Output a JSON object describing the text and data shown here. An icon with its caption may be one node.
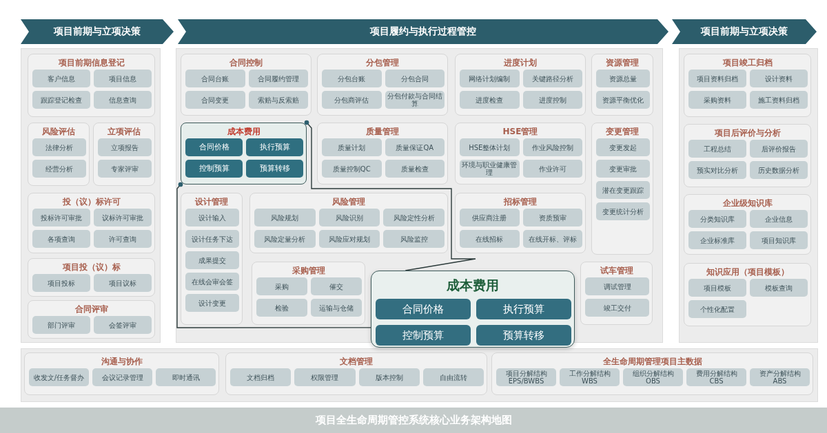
{
  "diagram": {
    "title": "项目全生命周期管控系统核心业务架构地图",
    "nodes": [
      {
        "text": [
          "项目前期与立项决策"
        ]
      },
      {
        "text": [
          "项目履约与执行过程管控"
        ]
      },
      {
        "text": [
          "项目前期与立项决策"
        ]
      },
      {
        "text": [
          "项目前期信息登记"
        ]
      },
      {
        "text": [
          "客户信息"
        ],
        "in": 3
      },
      {
        "text": [
          "项目信息"
        ],
        "in": 3
      },
      {
        "text": [
          "跟踪登记检查"
        ],
        "in": 3
      },
      {
        "text": [
          "信息查询"
        ],
        "in": 3
      },
      {
        "text": [
          "风险评估"
        ]
      },
      {
        "text": [
          "法律分析"
        ],
        "in": 8
      },
      {
        "text": [
          "经营分析"
        ],
        "in": 8
      },
      {
        "text": [
          "立项评估"
        ]
      },
      {
        "text": [
          "立项报告"
        ],
        "in": 11
      },
      {
        "text": [
          "专家评审"
        ],
        "in": 11
      },
      {
        "text": [
          "投（议）标许可"
        ]
      },
      {
        "text": [
          "投标许可审批"
        ],
        "in": 14
      },
      {
        "text": [
          "议标许可审批"
        ],
        "in": 14
      },
      {
        "text": [
          "各项查询"
        ],
        "in": 14
      },
      {
        "text": [
          "许可查询"
        ],
        "in": 14
      },
      {
        "text": [
          "项目投（议）标"
        ]
      },
      {
        "text": [
          "项目投标"
        ],
        "in": 19
      },
      {
        "text": [
          "项目议标"
        ],
        "in": 19
      },
      {
        "text": [
          "合同评审"
        ]
      },
      {
        "text": [
          "部门评审"
        ],
        "in": 22
      },
      {
        "text": [
          "会签评审"
        ],
        "in": 22
      },
      {
        "text": [
          "合同控制"
        ]
      },
      {
        "text": [
          "合同台账"
        ],
        "in": 25
      },
      {
        "text": [
          "合同履约管理"
        ],
        "in": 25
      },
      {
        "text": [
          "合同变更"
        ],
        "in": 25
      },
      {
        "text": [
          "索赔与反索赔"
        ],
        "in": 25
      },
      {
        "text": [
          "分包管理"
        ]
      },
      {
        "text": [
          "分包台账"
        ],
        "in": 30
      },
      {
        "text": [
          "分包合同"
        ],
        "in": 30
      },
      {
        "text": [
          "分包商评估"
        ],
        "in": 30
      },
      {
        "text": [
          "分包付款与合同结算"
        ],
        "in": 30
      },
      {
        "text": [
          "成本费用"
        ]
      },
      {
        "text": [
          "合同价格"
        ],
        "in": 35
      },
      {
        "text": [
          "执行预算"
        ],
        "in": 35
      },
      {
        "text": [
          "控制预算"
        ],
        "in": 35
      },
      {
        "text": [
          "预算转移"
        ],
        "in": 35
      },
      {
        "text": [
          "质量管理"
        ]
      },
      {
        "text": [
          "质量计划"
        ],
        "in": 40
      },
      {
        "text": [
          "质量保证QA"
        ],
        "in": 40
      },
      {
        "text": [
          "质量控制QC"
        ],
        "in": 40
      },
      {
        "text": [
          "质量检查"
        ],
        "in": 40
      },
      {
        "text": [
          "进度计划"
        ]
      },
      {
        "text": [
          "网络计划编制"
        ],
        "in": 45
      },
      {
        "text": [
          "关键路径分析"
        ],
        "in": 45
      },
      {
        "text": [
          "进度检查"
        ],
        "in": 45
      },
      {
        "text": [
          "进度控制"
        ],
        "in": 45
      },
      {
        "text": [
          "资源管理"
        ]
      },
      {
        "text": [
          "资源总量"
        ],
        "in": 50
      },
      {
        "text": [
          "资源平衡优化"
        ],
        "in": 50
      },
      {
        "text": [
          "HSE管理"
        ]
      },
      {
        "text": [
          "HSE整体计划"
        ],
        "in": 53
      },
      {
        "text": [
          "作业风险控制"
        ],
        "in": 53
      },
      {
        "text": [
          "环境与职业健康管理"
        ],
        "in": 53
      },
      {
        "text": [
          "作业许可"
        ],
        "in": 53
      },
      {
        "text": [
          "变更管理"
        ]
      },
      {
        "text": [
          "变更发起"
        ],
        "in": 58
      },
      {
        "text": [
          "变更审批"
        ],
        "in": 58
      },
      {
        "text": [
          "潜在变更跟踪"
        ],
        "in": 58
      },
      {
        "text": [
          "变更统计分析"
        ],
        "in": 58
      },
      {
        "text": [
          "设计管理"
        ]
      },
      {
        "text": [
          "设计输入"
        ],
        "in": 63
      },
      {
        "text": [
          "设计任务下达"
        ],
        "in": 63
      },
      {
        "text": [
          "成果提交"
        ],
        "in": 63
      },
      {
        "text": [
          "在线会审会签"
        ],
        "in": 63
      },
      {
        "text": [
          "设计变更"
        ],
        "in": 63
      },
      {
        "text": [
          "风险管理"
        ]
      },
      {
        "text": [
          "风险规划"
        ],
        "in": 69
      },
      {
        "text": [
          "风险识别"
        ],
        "in": 69
      },
      {
        "text": [
          "风险定性分析"
        ],
        "in": 69
      },
      {
        "text": [
          "风险定量分析"
        ],
        "in": 69
      },
      {
        "text": [
          "风险应对规划"
        ],
        "in": 69
      },
      {
        "text": [
          "风险监控"
        ],
        "in": 69
      },
      {
        "text": [
          "招标管理"
        ]
      },
      {
        "text": [
          "供应商注册"
        ],
        "in": 76
      },
      {
        "text": [
          "资质预审"
        ],
        "in": 76
      },
      {
        "text": [
          "在线招标"
        ],
        "in": 76
      },
      {
        "text": [
          "在线开标、评标"
        ],
        "in": 76
      },
      {
        "text": [
          "采购管理"
        ]
      },
      {
        "text": [
          "采购"
        ],
        "in": 81
      },
      {
        "text": [
          "催交"
        ],
        "in": 81
      },
      {
        "text": [
          "检验"
        ],
        "in": 81
      },
      {
        "text": [
          "运输与仓储"
        ],
        "in": 81
      },
      {
        "text": [
          "试车管理"
        ]
      },
      {
        "text": [
          "调试管理"
        ],
        "in": 86
      },
      {
        "text": [
          "竣工交付"
        ],
        "in": 86
      },
      {
        "text": [
          "成本费用"
        ]
      },
      {
        "text": [
          "合同价格"
        ],
        "in": 89
      },
      {
        "text": [
          "执行预算"
        ],
        "in": 89
      },
      {
        "text": [
          "控制预算"
        ],
        "in": 89
      },
      {
        "text": [
          "预算转移"
        ],
        "in": 89
      },
      {
        "text": [
          "项目竣工归档"
        ]
      },
      {
        "text": [
          "项目资料归档"
        ],
        "in": 94
      },
      {
        "text": [
          "设计资料"
        ],
        "in": 94
      },
      {
        "text": [
          "采购资料"
        ],
        "in": 94
      },
      {
        "text": [
          "施工资料归档"
        ],
        "in": 94
      },
      {
        "text": [
          "项目后评价与分析"
        ]
      },
      {
        "text": [
          "工程总结"
        ],
        "in": 99
      },
      {
        "text": [
          "后评价报告"
        ],
        "in": 99
      },
      {
        "text": [
          "预实对比分析"
        ],
        "in": 99
      },
      {
        "text": [
          "历史数据分析"
        ],
        "in": 99
      },
      {
        "text": [
          "企业级知识库"
        ]
      },
      {
        "text": [
          "分类知识库"
        ],
        "in": 104
      },
      {
        "text": [
          "企业信息"
        ],
        "in": 104
      },
      {
        "text": [
          "企业标准库"
        ],
        "in": 104
      },
      {
        "text": [
          "项目知识库"
        ],
        "in": 104
      },
      {
        "text": [
          "知识应用（项目模板）"
        ]
      },
      {
        "text": [
          "项目模板"
        ],
        "in": 109
      },
      {
        "text": [
          "模板查询"
        ],
        "in": 109
      },
      {
        "text": [
          "个性化配置"
        ],
        "in": 109
      },
      {
        "text": [
          "沟通与协作"
        ]
      },
      {
        "text": [
          "收发文/任务督办"
        ],
        "in": 113
      },
      {
        "text": [
          "会议记录管理"
        ],
        "in": 113
      },
      {
        "text": [
          "即时通讯"
        ],
        "in": 113
      },
      {
        "text": [
          "文档管理"
        ]
      },
      {
        "text": [
          "文档归档"
        ],
        "in": 117
      },
      {
        "text": [
          "权限管理"
        ],
        "in": 117
      },
      {
        "text": [
          "版本控制"
        ],
        "in": 117
      },
      {
        "text": [
          "自由流转"
        ],
        "in": 117
      },
      {
        "text": [
          "全生命周期管理项目主数据"
        ]
      },
      {
        "text": [
          "项目分解结构 EPS/BWBS"
        ],
        "in": 122
      },
      {
        "text": [
          "工作分解结构 WBS"
        ],
        "in": 122
      },
      {
        "text": [
          "组织分解结构 OBS"
        ],
        "in": 122
      },
      {
        "text": [
          "费用分解结构 CBS"
        ],
        "in": 122
      },
      {
        "text": [
          "资产分解结构 ABS"
        ],
        "in": 122
      }
    ],
    "edges": [
      {
        "from": 35,
        "to": 89,
        "arrow": "other"
      },
      {
        "from": 35,
        "to": 89,
        "arrow": "other"
      }
    ]
  }
}
